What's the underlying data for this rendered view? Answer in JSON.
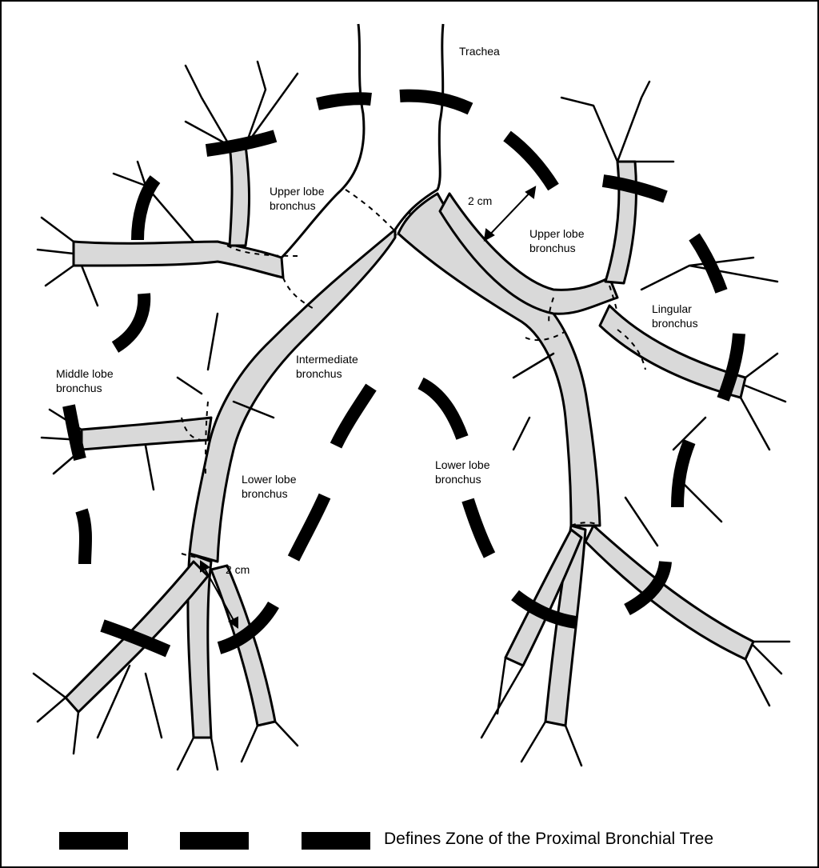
{
  "labels": {
    "trachea": "Trachea",
    "right_upper_lobe": "Upper lobe\nbronchus",
    "left_upper_lobe": "Upper lobe\nbronchus",
    "intermediate": "Intermediate\nbronchus",
    "middle_lobe": "Middle lobe\nbronchus",
    "right_lower_lobe": "Lower lobe\nbronchus",
    "left_lower_lobe": "Lower lobe\nbronchus",
    "lingular": "Lingular\nbronchus",
    "dist_upper": "2 cm",
    "dist_lower": "2 cm"
  },
  "legend": {
    "text": "Defines Zone of the Proximal Bronchial Tree"
  },
  "colors": {
    "ink": "#000000",
    "fill": "#d9d9d9",
    "background": "#ffffff"
  }
}
